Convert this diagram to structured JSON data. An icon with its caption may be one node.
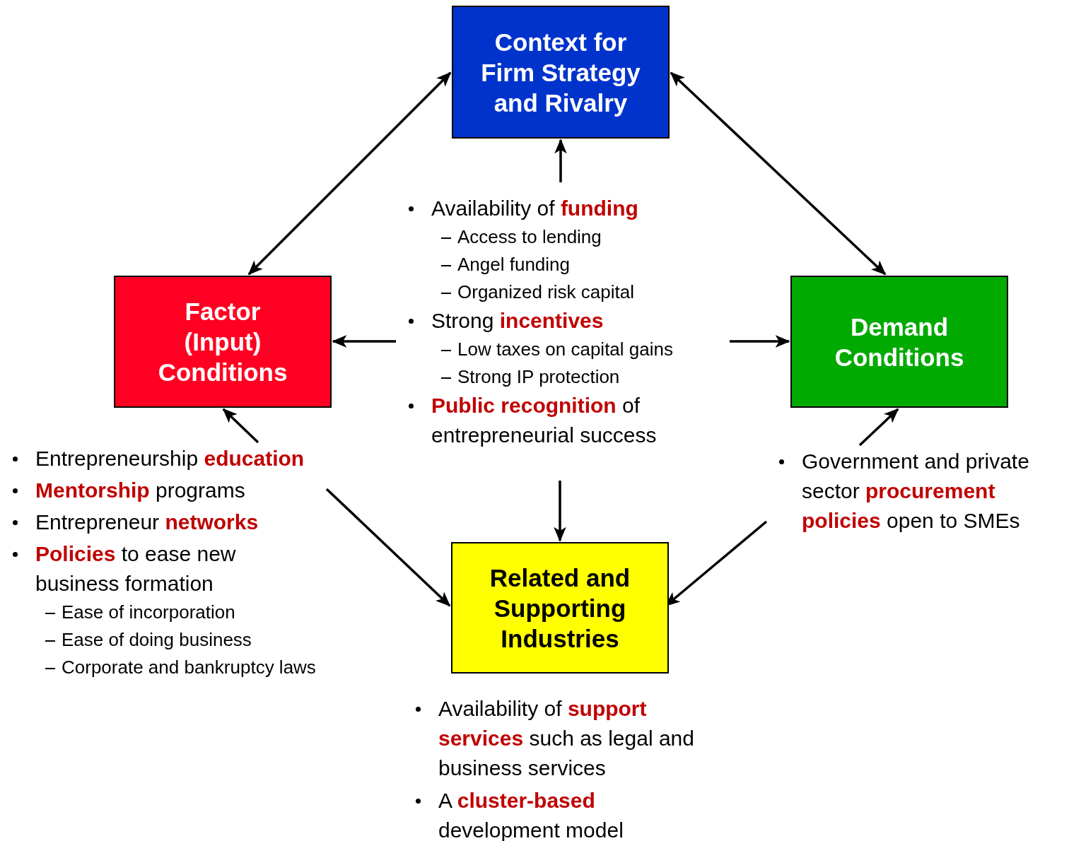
{
  "diagram": {
    "nodes": [
      {
        "text": [
          "Context for Firm Strategy and Rivalry"
        ]
      },
      {
        "text": [
          "Availability of **funding**",
          "Access to lending",
          "Angel funding",
          "Organized risk capital",
          "Strong **incentives**",
          "Low taxes on capital gains",
          "Strong IP protection",
          "**Public recognition** of entrepreneurial success"
        ]
      },
      {
        "text": [
          "Factor (Input) Conditions"
        ]
      },
      {
        "text": [
          "Demand Conditions"
        ]
      },
      {
        "text": [
          "Entrepreneurship **education**",
          "**Mentorship** programs",
          "Entrepreneur **networks**",
          "**Policies** to ease new business formation",
          "Ease of incorporation",
          "Ease of doing business",
          "Corporate and bankruptcy laws"
        ]
      },
      {
        "text": [
          "Government and private sector **procurement policies** open to SMEs"
        ]
      },
      {
        "text": [
          "Related and Supporting Industries"
        ]
      }
    ],
    "edges": [
      {
        "from": 1,
        "to": 0,
        "arrow": "to"
      },
      {
        "from": 1,
        "to": 2,
        "arrow": "to"
      },
      {
        "from": 1,
        "to": 3,
        "arrow": "to"
      },
      {
        "from": 1,
        "to": 6,
        "arrow": "to"
      },
      {
        "from": 0,
        "to": 2,
        "arrow": "both"
      },
      {
        "from": 0,
        "to": 3,
        "arrow": "both"
      },
      {
        "from": 4,
        "to": 2,
        "arrow": "to"
      },
      {
        "from": 4,
        "to": 6,
        "arrow": "to"
      },
      {
        "from": 5,
        "to": 3,
        "arrow": "to"
      },
      {
        "from": 5,
        "to": 6,
        "arrow": "to"
      }
    ],
    "labels": [
      "Availability of **support services** such as legal and business services",
      "A **cluster-based** development model"
    ]
  }
}
